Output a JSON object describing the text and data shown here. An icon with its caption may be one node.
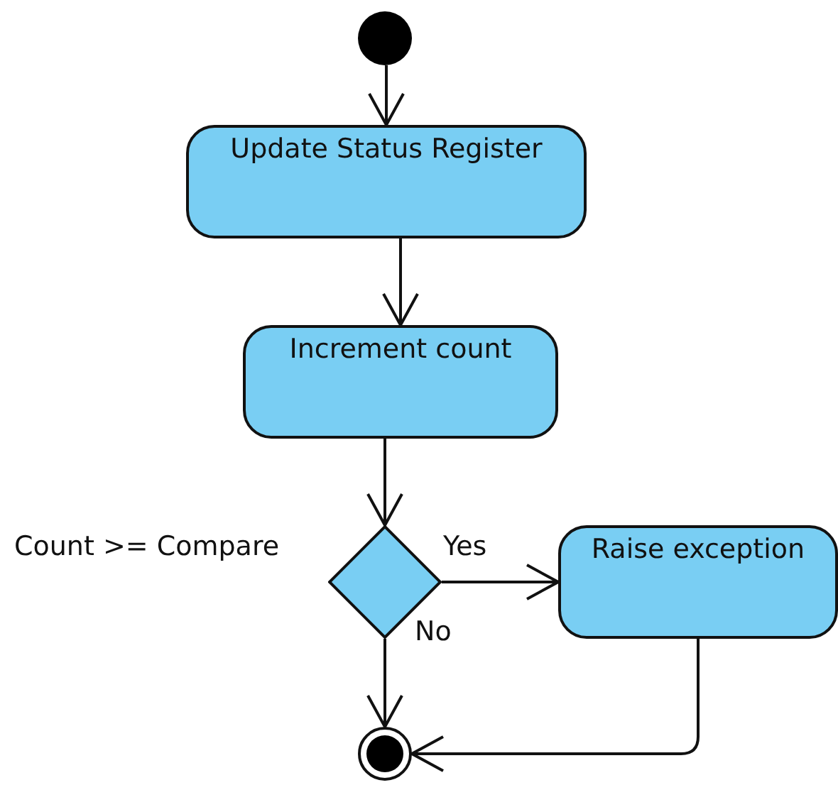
{
  "diagram": {
    "nodes": [
      {
        "text": [],
        "shape": "circle"
      },
      {
        "text": [
          "Update Status Register"
        ]
      },
      {
        "text": [
          "Increment count"
        ]
      },
      {
        "text": [],
        "shape": "diamond",
        "beside": [
          "Count >= Compare"
        ]
      },
      {
        "text": [
          "Raise exception"
        ]
      },
      {
        "text": [],
        "shape": "circle"
      }
    ],
    "edges": [
      {
        "from": 0,
        "to": 1,
        "arrow": "to"
      },
      {
        "from": 1,
        "to": 2,
        "arrow": "to"
      },
      {
        "from": 2,
        "to": 3,
        "arrow": "to"
      },
      {
        "from": 3,
        "to": 4,
        "arrow": "to",
        "label": "Yes"
      },
      {
        "from": 3,
        "to": 5,
        "arrow": "to",
        "label": "No"
      },
      {
        "from": 4,
        "to": 5,
        "arrow": "to"
      }
    ]
  }
}
